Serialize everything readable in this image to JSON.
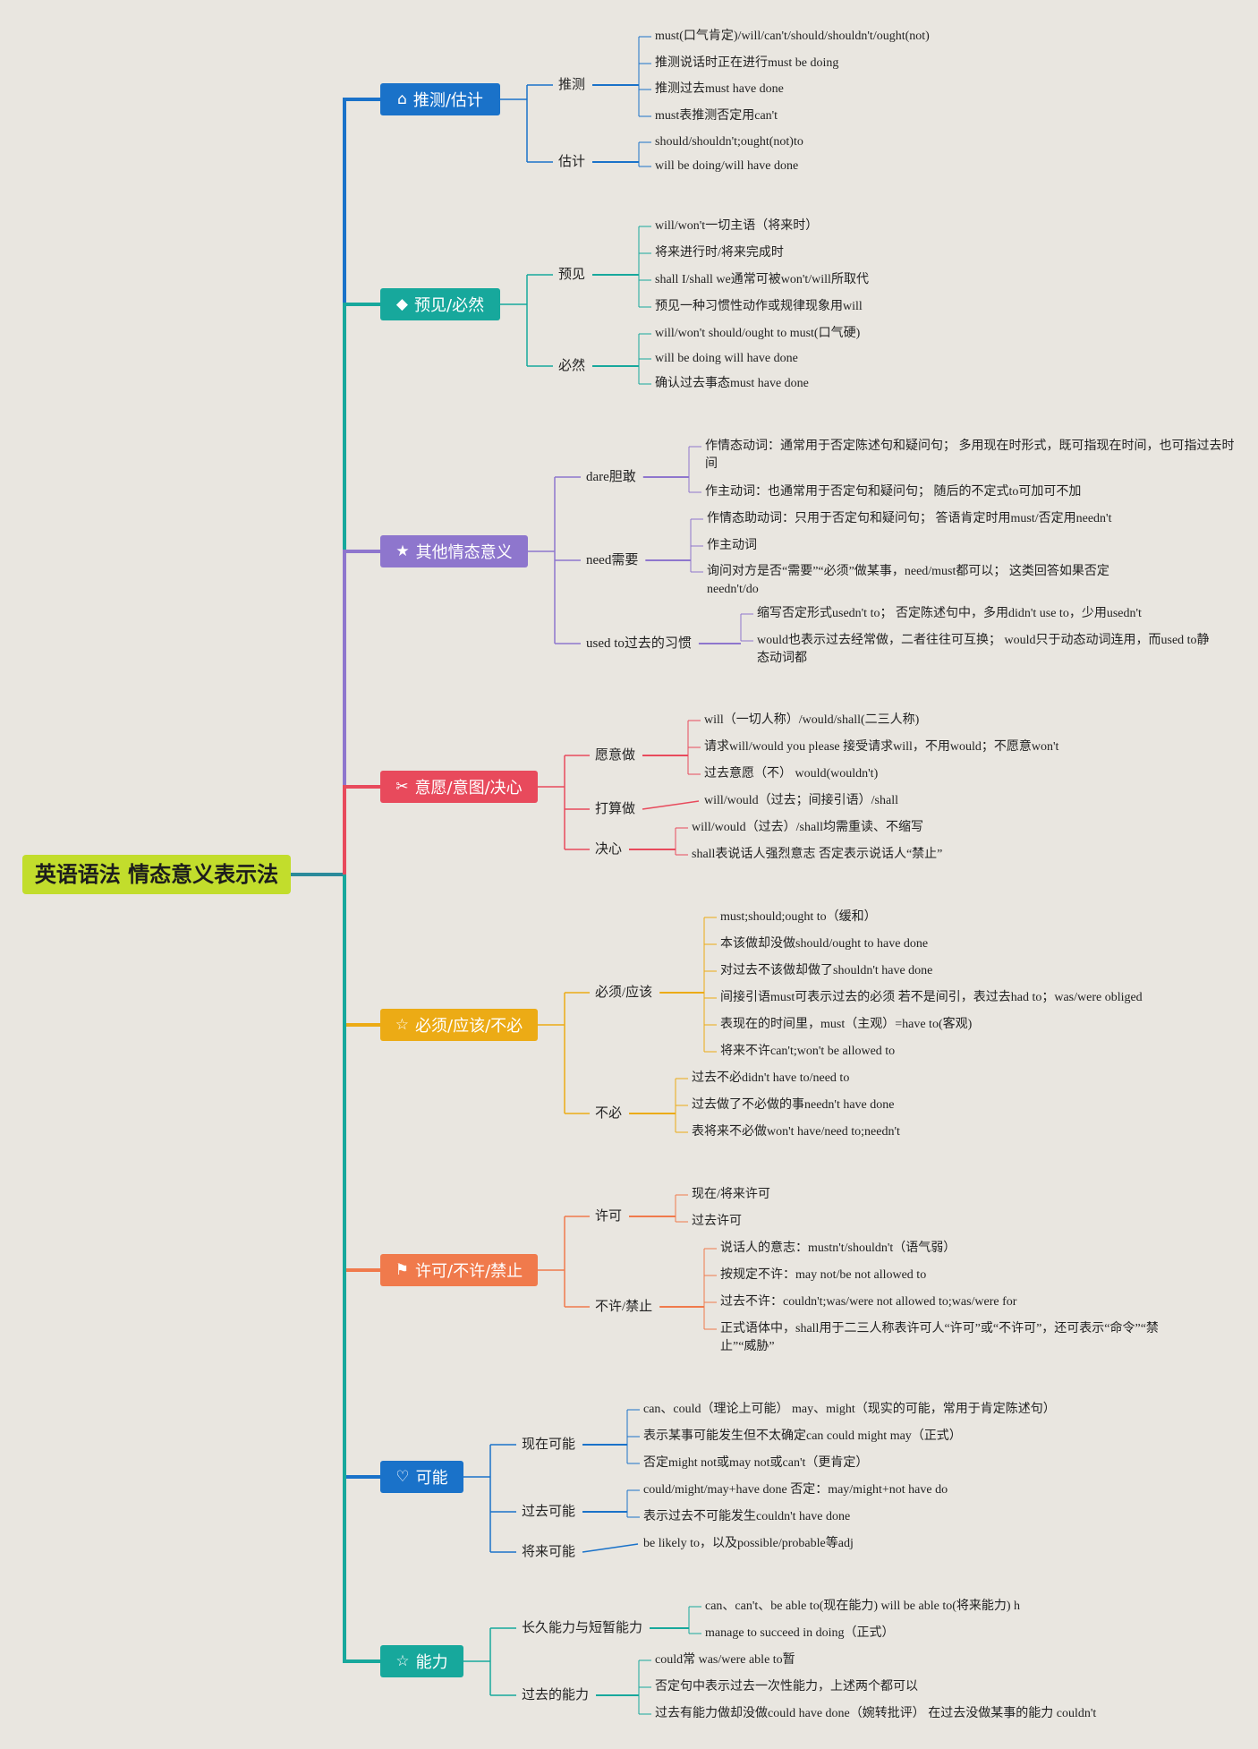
{
  "root": "英语语法 情态意义表示法",
  "branches": [
    {
      "label": "推测/估计",
      "icon": "home-icon",
      "color": "#1a72c9",
      "subs": [
        {
          "label": "推测",
          "leaves": [
            "must(口气肯定)/will/can't/should/shouldn't/ought(not)",
            "推测说话时正在进行must be doing",
            "推测过去must have done",
            "must表推测否定用can't"
          ]
        },
        {
          "label": "估计",
          "leaves": [
            "should/shouldn't;ought(not)to",
            "will be doing/will have done"
          ]
        }
      ]
    },
    {
      "label": "预见/必然",
      "icon": "diamond-icon",
      "color": "#17a89c",
      "subs": [
        {
          "label": "预见",
          "leaves": [
            "will/won't一切主语（将来时）",
            "将来进行时/将来完成时",
            "shall I/shall we通常可被won't/will所取代",
            "预见一种习惯性动作或规律现象用will"
          ]
        },
        {
          "label": "必然",
          "leaves": [
            "will/won't should/ought to must(口气硬)",
            "will be doing will have done",
            "确认过去事态must have done"
          ]
        }
      ]
    },
    {
      "label": "其他情态意义",
      "icon": "star-icon",
      "color": "#8e76cd",
      "subs": [
        {
          "label": "dare胆敢",
          "leaves": [
            "作情态动词：通常用于否定陈述句和疑问句； 多用现在时形式，既可指现在时间，也可指过去时间",
            "作主动词：也通常用于否定句和疑问句； 随后的不定式to可加可不加"
          ]
        },
        {
          "label": "need需要",
          "leaves": [
            "作情态助动词：只用于否定句和疑问句； 答语肯定时用must/否定用needn't",
            "作主动词",
            "询问对方是否“需要”“必须”做某事，need/must都可以； 这类回答如果否定needn't/do"
          ]
        },
        {
          "label": "used to过去的习惯",
          "leaves": [
            "缩写否定形式usedn't to； 否定陈述句中，多用didn't use to，少用usedn't",
            "would也表示过去经常做，二者往往可互换； would只于动态动词连用，而used to静态动词都"
          ]
        }
      ]
    },
    {
      "label": "意愿/意图/决心",
      "icon": "tools-icon",
      "color": "#e84a5c",
      "subs": [
        {
          "label": "愿意做",
          "leaves": [
            "will（一切人称）/would/shall(二三人称)",
            "请求will/would you please 接受请求will，不用would；不愿意won't",
            "过去意愿（不） would(wouldn't)"
          ]
        },
        {
          "label": "打算做",
          "leaves": [
            "will/would（过去；间接引语）/shall"
          ]
        },
        {
          "label": "决心",
          "leaves": [
            "will/would（过去）/shall均需重读、不缩写",
            "shall表说话人强烈意志 否定表示说话人“禁止”"
          ]
        }
      ]
    },
    {
      "label": "必须/应该/不必",
      "icon": "star-outline-icon",
      "color": "#ecab15",
      "subs": [
        {
          "label": "必须/应该",
          "leaves": [
            "must;should;ought to（缓和）",
            "本该做却没做should/ought to have done",
            "对过去不该做却做了shouldn't have done",
            "间接引语must可表示过去的必须 若不是间引，表过去had to；was/were obliged",
            "表现在的时间里，must（主观）=have to(客观)",
            "将来不许can't;won't be allowed to"
          ]
        },
        {
          "label": "不必",
          "leaves": [
            "过去不必didn't have to/need to",
            "过去做了不必做的事needn't have done",
            "表将来不必做won't have/need to;needn't"
          ]
        }
      ]
    },
    {
      "label": "许可/不许/禁止",
      "icon": "flag-icon",
      "color": "#f07a4c",
      "subs": [
        {
          "label": "许可",
          "leaves": [
            "现在/将来许可",
            "过去许可"
          ]
        },
        {
          "label": "不许/禁止",
          "leaves": [
            "说话人的意志：mustn't/shouldn't（语气弱）",
            "按规定不许：may not/be not allowed to",
            "过去不许：couldn't;was/were not allowed to;was/were for",
            "正式语体中，shall用于二三人称表许可人“许可”或“不许可”，还可表示“命令”“禁止”“威胁”"
          ]
        }
      ]
    },
    {
      "label": "可能",
      "icon": "heart-icon",
      "color": "#1a72c9",
      "subs": [
        {
          "label": "现在可能",
          "leaves": [
            "can、could（理论上可能） may、might（现实的可能，常用于肯定陈述句）",
            "表示某事可能发生但不太确定can could might may（正式）",
            "否定might not或may not或can't（更肯定）"
          ]
        },
        {
          "label": "过去可能",
          "leaves": [
            "could/might/may+have done 否定：may/might+not have do",
            "表示过去不可能发生couldn't have done"
          ]
        },
        {
          "label": "将来可能",
          "leaves": [
            "be likely to，以及possible/probable等adj"
          ]
        }
      ]
    },
    {
      "label": "能力",
      "icon": "star-outline-icon",
      "color": "#17a89c",
      "subs": [
        {
          "label": "长久能力与短暂能力",
          "leaves": [
            "can、can't、be able to(现在能力) will be able to(将来能力) h",
            "manage to succeed in doing（正式）"
          ]
        },
        {
          "label": "过去的能力",
          "leaves": [
            "could常 was/were able to暂",
            "否定句中表示过去一次性能力，上述两个都可以",
            "过去有能力做却没做could have done（婉转批评） 在过去没做某事的能力 couldn't"
          ]
        }
      ]
    }
  ]
}
